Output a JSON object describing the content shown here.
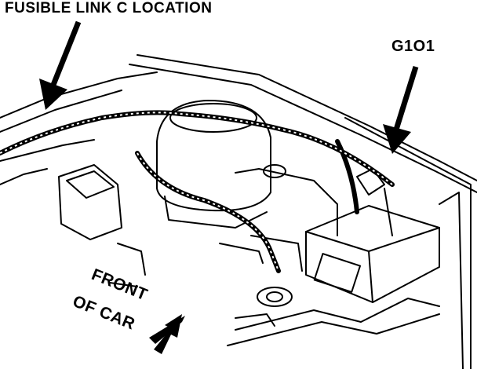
{
  "labels": {
    "fusible_link": "FUSIBLE LINK  C  LOCATION",
    "ground": "G1O1",
    "front": "FRONT",
    "of_car": "OF CAR"
  },
  "colors": {
    "ink": "#000000",
    "paper": "#ffffff"
  },
  "icons": [
    "down-arrow-icon",
    "direction-arrow-icon"
  ]
}
